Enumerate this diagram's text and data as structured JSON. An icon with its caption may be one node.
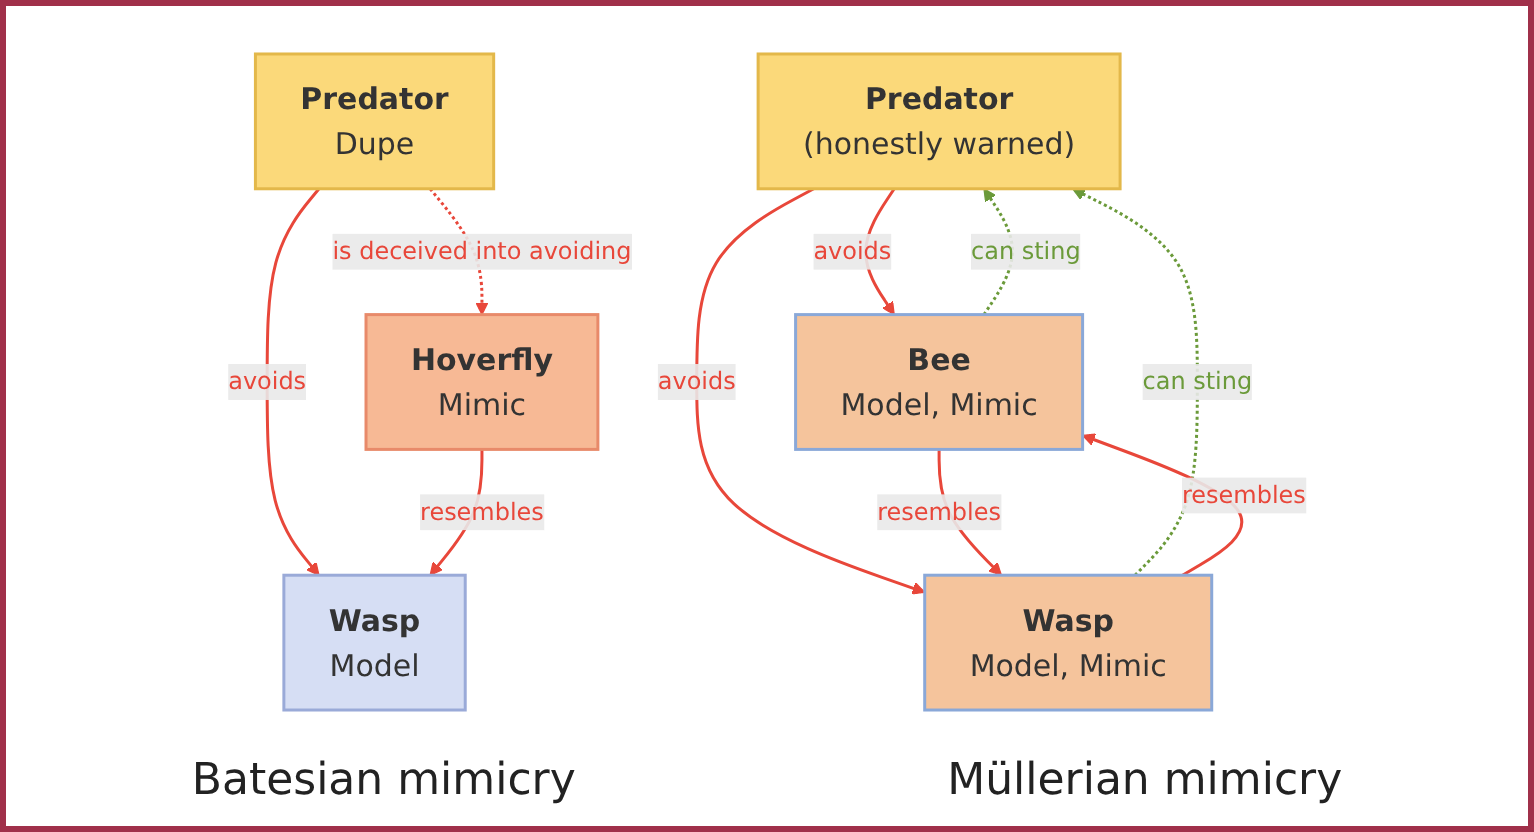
{
  "diagram": {
    "nodes": [
      {
        "text": [
          "Predator",
          "Dupe"
        ]
      },
      {
        "text": [
          "Hoverfly",
          "Mimic"
        ]
      },
      {
        "text": [
          "Wasp",
          "Model"
        ]
      },
      {
        "text": [
          "Predator",
          "(honestly warned)"
        ]
      },
      {
        "text": [
          "Bee",
          "Model, Mimic"
        ]
      },
      {
        "text": [
          "Wasp",
          "Model, Mimic"
        ]
      }
    ],
    "edges": [
      {
        "from": 0,
        "to": 1,
        "arrow": "to",
        "label": "is deceived into avoiding",
        "style": "dashed"
      },
      {
        "from": 0,
        "to": 2,
        "arrow": "to",
        "label": "avoids"
      },
      {
        "from": 1,
        "to": 2,
        "arrow": "to",
        "label": "resembles"
      },
      {
        "from": 3,
        "to": 4,
        "arrow": "to",
        "label": "avoids"
      },
      {
        "from": 3,
        "to": 5,
        "arrow": "to",
        "label": "avoids"
      },
      {
        "from": 4,
        "to": 3,
        "arrow": "to",
        "label": "can sting",
        "style": "dashed",
        "color": "#6b9a3a"
      },
      {
        "from": 5,
        "to": 3,
        "arrow": "to",
        "label": "can sting",
        "style": "dashed",
        "color": "#6b9a3a"
      },
      {
        "from": 4,
        "to": 5,
        "arrow": "to",
        "label": "resembles"
      },
      {
        "from": 5,
        "to": 4,
        "arrow": "to",
        "label": "resembles"
      }
    ],
    "labels": [
      "Batesian mimicry",
      "Müllerian mimicry"
    ]
  }
}
